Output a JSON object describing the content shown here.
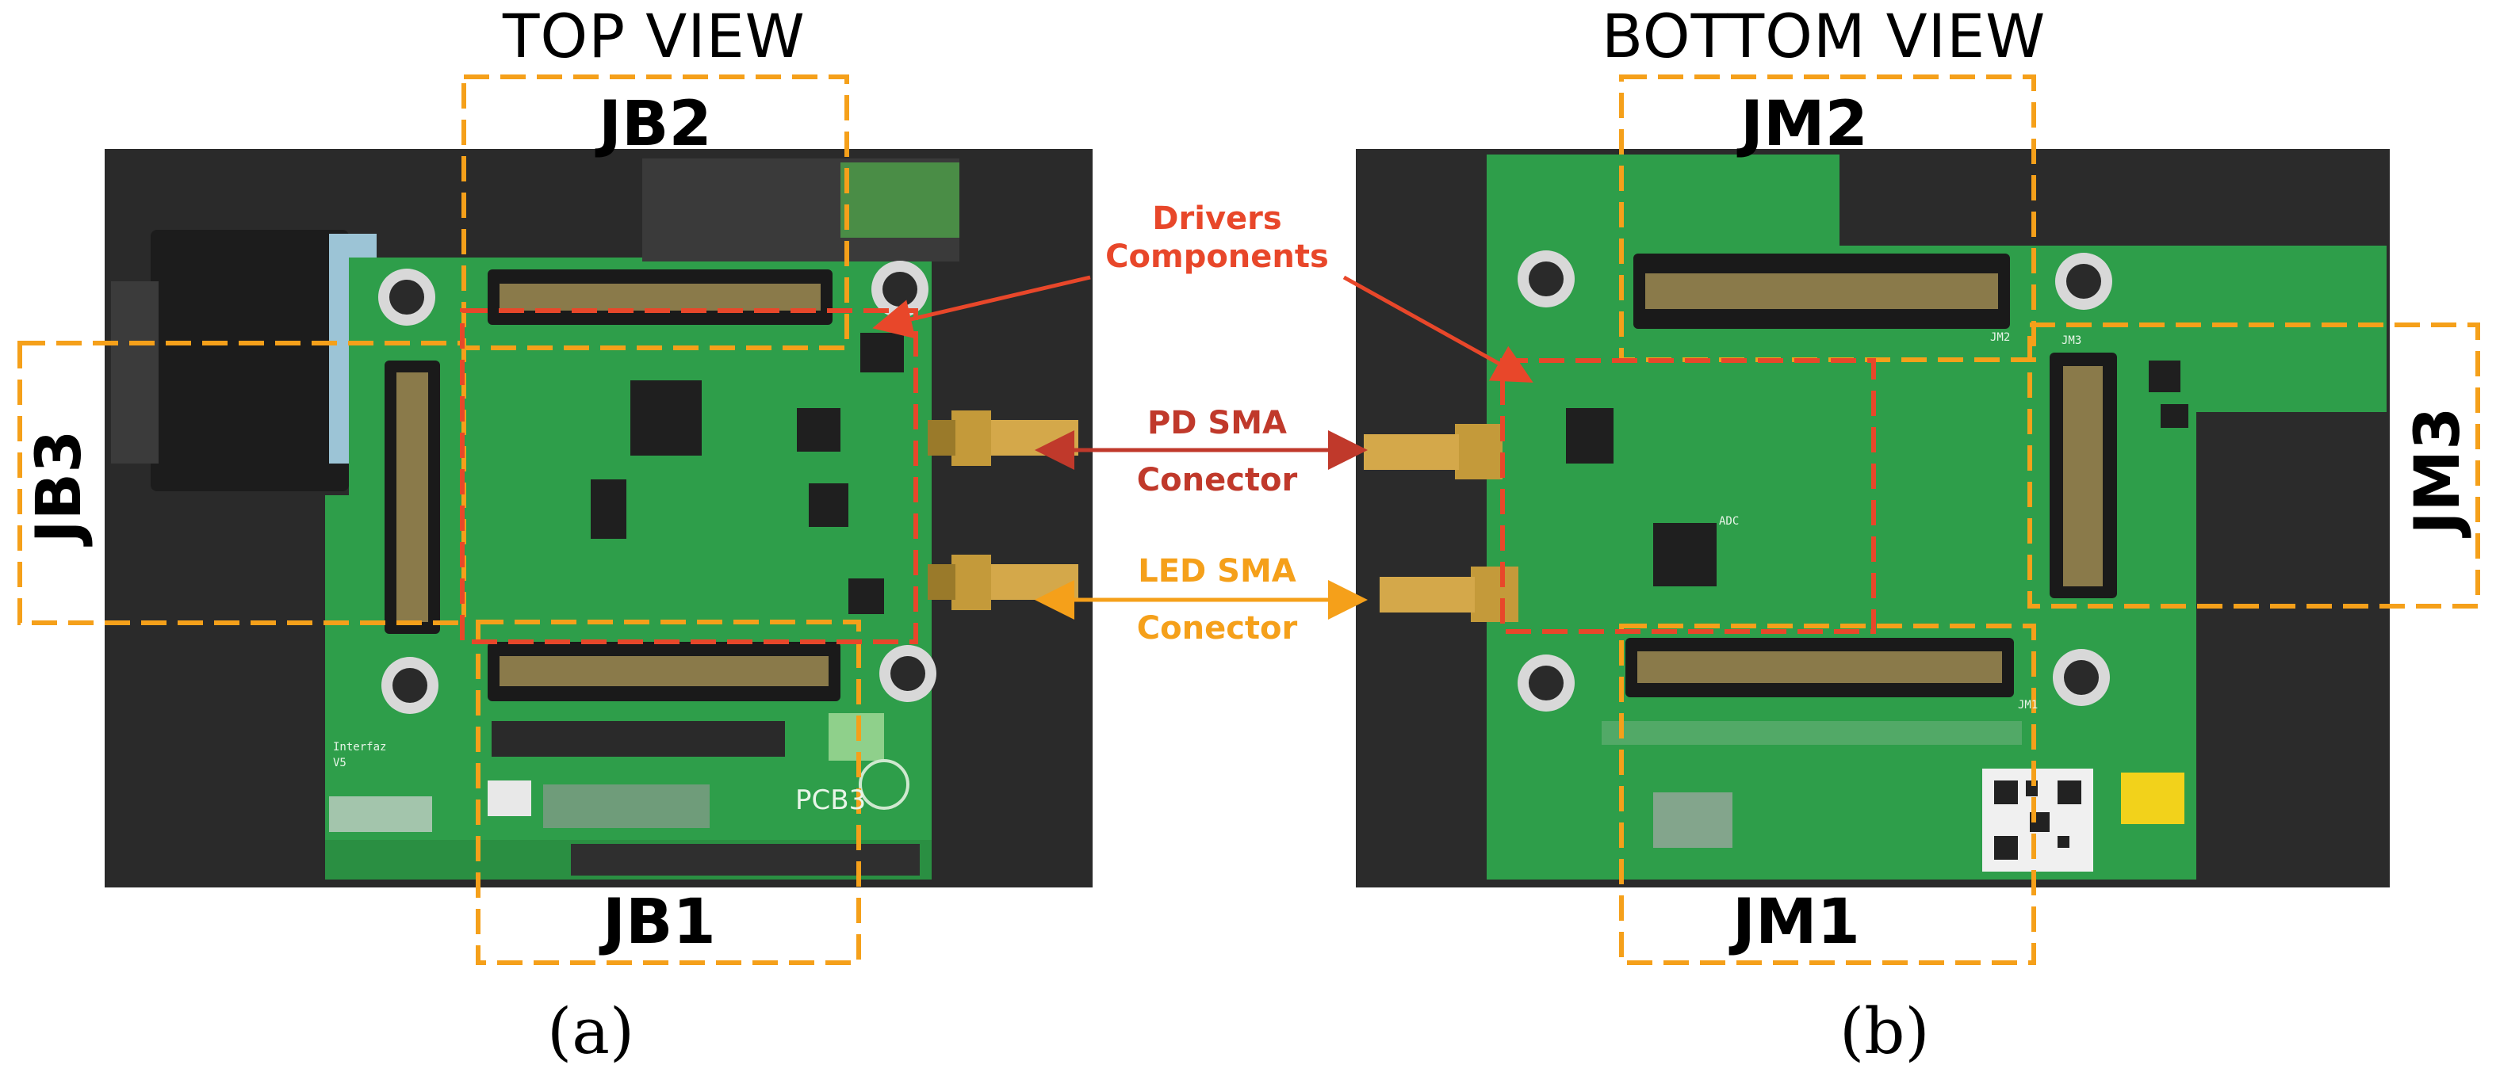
{
  "titles": {
    "top_view": "TOP VIEW",
    "bottom_view": "BOTTOM VIEW"
  },
  "panels": {
    "a": "(a)",
    "b": "(b)"
  },
  "boxes": {
    "jb1": "JB1",
    "jb2": "JB2",
    "jb3": "JB3",
    "jm1": "JM1",
    "jm2": "JM2",
    "jm3": "JM3"
  },
  "callouts": {
    "drivers_line1": "Drivers",
    "drivers_line2": "Components",
    "pd_line1": "PD SMA",
    "pd_line2": "Conector",
    "led_line1": "LED SMA",
    "led_line2": "Conector"
  },
  "board_text": {
    "pcb_label": "PCB3",
    "interface": "Interfaz",
    "version": "V5",
    "adc": "ADC",
    "jm1_silk": "JM1",
    "jm2_silk": "JM2",
    "jm3_silk": "JM3"
  },
  "colors": {
    "box_dashed_orange": "#F5A01A",
    "drivers_red": "#E8472A",
    "pd_arrow": "#C0392B",
    "led_arrow": "#F5A01A",
    "pcb_green": "#2E9E4A",
    "photo_background": "#2A2A2A"
  }
}
